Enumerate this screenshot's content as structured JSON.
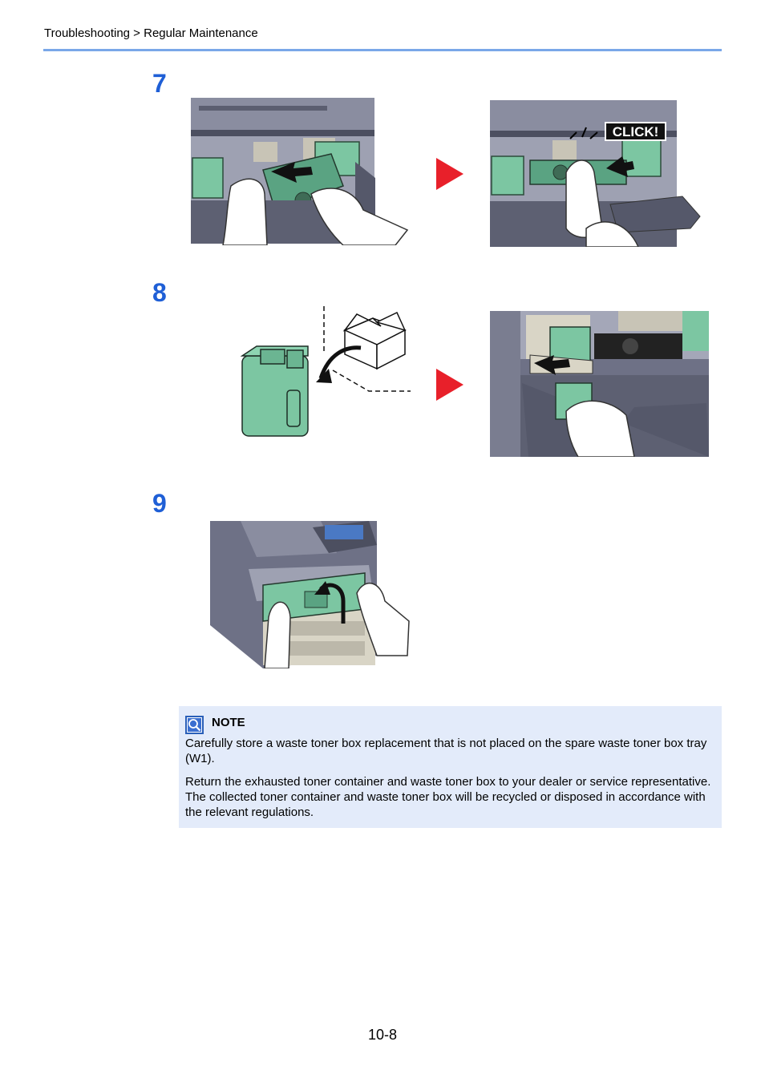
{
  "header": {
    "breadcrumb": "Troubleshooting > Regular Maintenance"
  },
  "steps": [
    {
      "number": "7"
    },
    {
      "number": "8"
    },
    {
      "number": "9"
    }
  ],
  "illustrations": {
    "click_label": "CLICK!"
  },
  "note": {
    "title": "NOTE",
    "paragraphs": [
      "Carefully store a waste toner box replacement that is not placed on the spare waste toner box tray (W1).",
      "Return the exhausted toner container and waste toner box to your dealer or service representative. The collected toner container and waste toner box will be recycled or disposed in accordance with the relevant regulations."
    ]
  },
  "footer": {
    "page_number": "10-8"
  },
  "colors": {
    "accent_blue": "#1f5fd6",
    "rule_blue": "#7aa7e8",
    "note_bg": "#e3ebfa",
    "arrow_red": "#e8202a",
    "toner_green": "#7cc6a2",
    "machine_gray": "#6e7186"
  }
}
